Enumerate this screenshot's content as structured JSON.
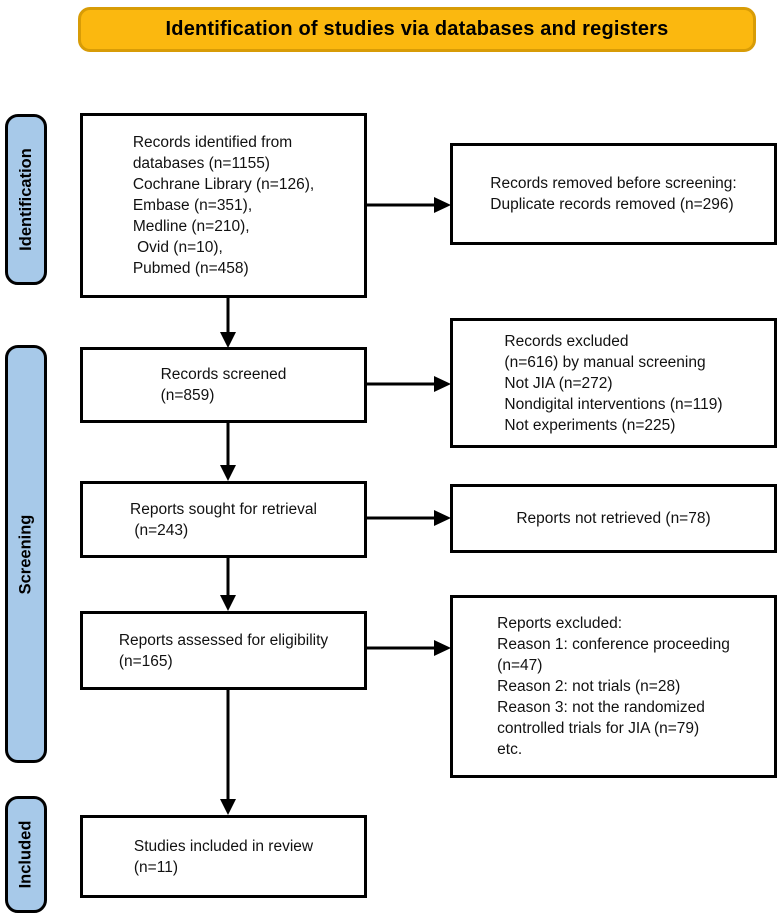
{
  "banner": {
    "title": "Identification of studies via databases and registers"
  },
  "stages": {
    "identification": "Identification",
    "screening": "Screening",
    "included": "Included"
  },
  "flow": {
    "records_identified": "Records identified from\ndatabases (n=1155)\nCochrane Library (n=126),\nEmbase (n=351),\nMedline (n=210),\n Ovid (n=10),\nPubmed (n=458)",
    "records_removed": "Records removed before screening:\nDuplicate records removed (n=296)",
    "records_screened": "Records screened\n(n=859)",
    "records_excluded": "Records excluded\n(n=616) by manual screening\nNot JIA (n=272)\nNondigital interventions (n=119)\nNot experiments (n=225)",
    "reports_sought": "Reports sought for retrieval\n (n=243)",
    "reports_not_retrieved": "Reports not retrieved (n=78)",
    "reports_assessed": "Reports assessed for eligibility\n(n=165)",
    "reports_excluded": "Reports excluded:\nReason 1: conference proceeding\n(n=47)\nReason 2: not trials (n=28)\nReason 3: not the randomized\ncontrolled trials for JIA (n=79)\netc.",
    "studies_included": "Studies included in review\n(n=11)"
  },
  "colors": {
    "banner_fill": "#FBB80F",
    "banner_border": "#D89C06",
    "stage_fill": "#A7C9E9",
    "box_border": "#000000",
    "arrow": "#000000",
    "text": "#111111"
  }
}
